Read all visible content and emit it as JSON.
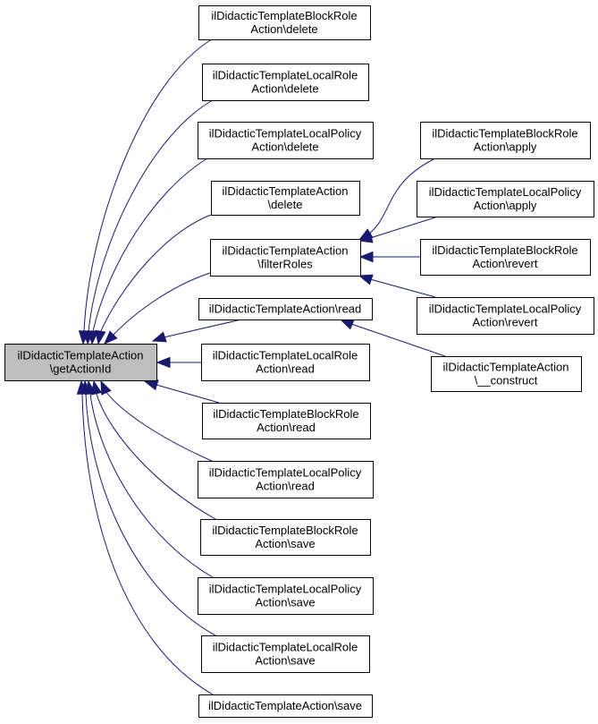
{
  "diagram": {
    "type": "call-graph",
    "colors": {
      "edge": "#191970",
      "root_fill": "#bfbfbf",
      "node_fill": "#ffffff",
      "node_border": "#000000"
    },
    "nodes": [
      {
        "id": "root",
        "lines": [
          "ilDidacticTemplateAction",
          "\\getActionId"
        ],
        "root": true
      },
      {
        "id": "block_delete",
        "lines": [
          "ilDidacticTemplateBlockRole",
          "Action\\delete"
        ]
      },
      {
        "id": "local_role_delete",
        "lines": [
          "ilDidacticTemplateLocalRole",
          "Action\\delete"
        ]
      },
      {
        "id": "local_policy_delete",
        "lines": [
          "ilDidacticTemplateLocalPolicy",
          "Action\\delete"
        ]
      },
      {
        "id": "action_delete",
        "lines": [
          "ilDidacticTemplateAction",
          "\\delete"
        ]
      },
      {
        "id": "filter_roles",
        "lines": [
          "ilDidacticTemplateAction",
          "\\filterRoles"
        ]
      },
      {
        "id": "action_read",
        "lines": [
          "ilDidacticTemplateAction\\read"
        ]
      },
      {
        "id": "local_role_read",
        "lines": [
          "ilDidacticTemplateLocalRole",
          "Action\\read"
        ]
      },
      {
        "id": "block_read",
        "lines": [
          "ilDidacticTemplateBlockRole",
          "Action\\read"
        ]
      },
      {
        "id": "local_policy_read",
        "lines": [
          "ilDidacticTemplateLocalPolicy",
          "Action\\read"
        ]
      },
      {
        "id": "block_save",
        "lines": [
          "ilDidacticTemplateBlockRole",
          "Action\\save"
        ]
      },
      {
        "id": "local_policy_save",
        "lines": [
          "ilDidacticTemplateLocalPolicy",
          "Action\\save"
        ]
      },
      {
        "id": "local_role_save",
        "lines": [
          "ilDidacticTemplateLocalRole",
          "Action\\save"
        ]
      },
      {
        "id": "action_save",
        "lines": [
          "ilDidacticTemplateAction\\save"
        ]
      },
      {
        "id": "block_apply",
        "lines": [
          "ilDidacticTemplateBlockRole",
          "Action\\apply"
        ]
      },
      {
        "id": "local_policy_apply",
        "lines": [
          "ilDidacticTemplateLocalPolicy",
          "Action\\apply"
        ]
      },
      {
        "id": "block_revert",
        "lines": [
          "ilDidacticTemplateBlockRole",
          "Action\\revert"
        ]
      },
      {
        "id": "local_policy_revert",
        "lines": [
          "ilDidacticTemplateLocalPolicy",
          "Action\\revert"
        ]
      },
      {
        "id": "construct",
        "lines": [
          "ilDidacticTemplateAction",
          "\\__construct"
        ]
      }
    ],
    "edges": [
      {
        "from": "block_delete",
        "to": "root"
      },
      {
        "from": "local_role_delete",
        "to": "root"
      },
      {
        "from": "local_policy_delete",
        "to": "root"
      },
      {
        "from": "action_delete",
        "to": "root"
      },
      {
        "from": "filter_roles",
        "to": "root"
      },
      {
        "from": "action_read",
        "to": "root"
      },
      {
        "from": "local_role_read",
        "to": "root"
      },
      {
        "from": "block_read",
        "to": "root"
      },
      {
        "from": "local_policy_read",
        "to": "root"
      },
      {
        "from": "block_save",
        "to": "root"
      },
      {
        "from": "local_policy_save",
        "to": "root"
      },
      {
        "from": "local_role_save",
        "to": "root"
      },
      {
        "from": "action_save",
        "to": "root"
      },
      {
        "from": "block_apply",
        "to": "filter_roles"
      },
      {
        "from": "local_policy_apply",
        "to": "filter_roles"
      },
      {
        "from": "block_revert",
        "to": "filter_roles"
      },
      {
        "from": "local_policy_revert",
        "to": "filter_roles"
      },
      {
        "from": "construct",
        "to": "action_read"
      }
    ]
  }
}
